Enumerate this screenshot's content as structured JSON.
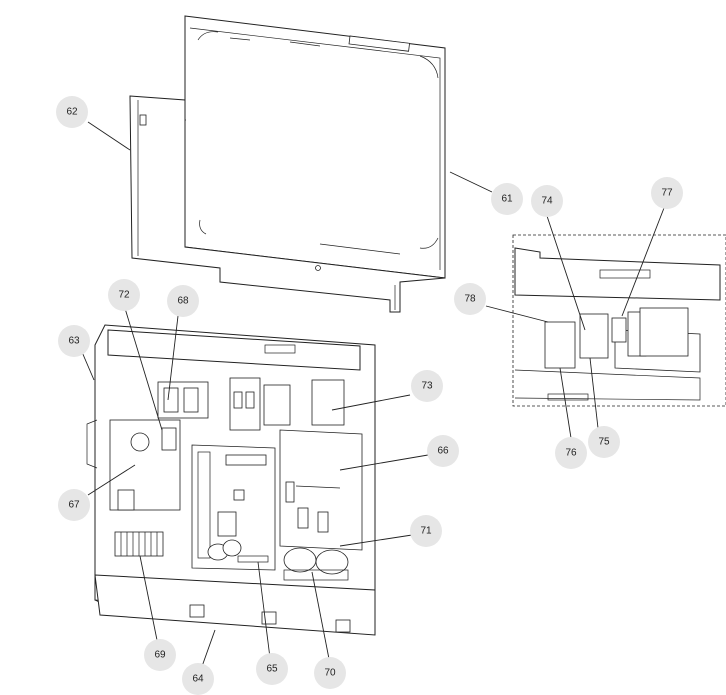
{
  "diagram": {
    "callouts": [
      {
        "id": "61",
        "label": "61"
      },
      {
        "id": "62",
        "label": "62"
      },
      {
        "id": "63",
        "label": "63"
      },
      {
        "id": "64",
        "label": "64"
      },
      {
        "id": "65",
        "label": "65"
      },
      {
        "id": "66",
        "label": "66"
      },
      {
        "id": "67",
        "label": "67"
      },
      {
        "id": "68",
        "label": "68"
      },
      {
        "id": "69",
        "label": "69"
      },
      {
        "id": "70",
        "label": "70"
      },
      {
        "id": "71",
        "label": "71"
      },
      {
        "id": "72",
        "label": "72"
      },
      {
        "id": "73",
        "label": "73"
      },
      {
        "id": "74",
        "label": "74"
      },
      {
        "id": "75",
        "label": "75"
      },
      {
        "id": "76",
        "label": "76"
      },
      {
        "id": "77",
        "label": "77"
      },
      {
        "id": "78",
        "label": "78"
      }
    ]
  }
}
